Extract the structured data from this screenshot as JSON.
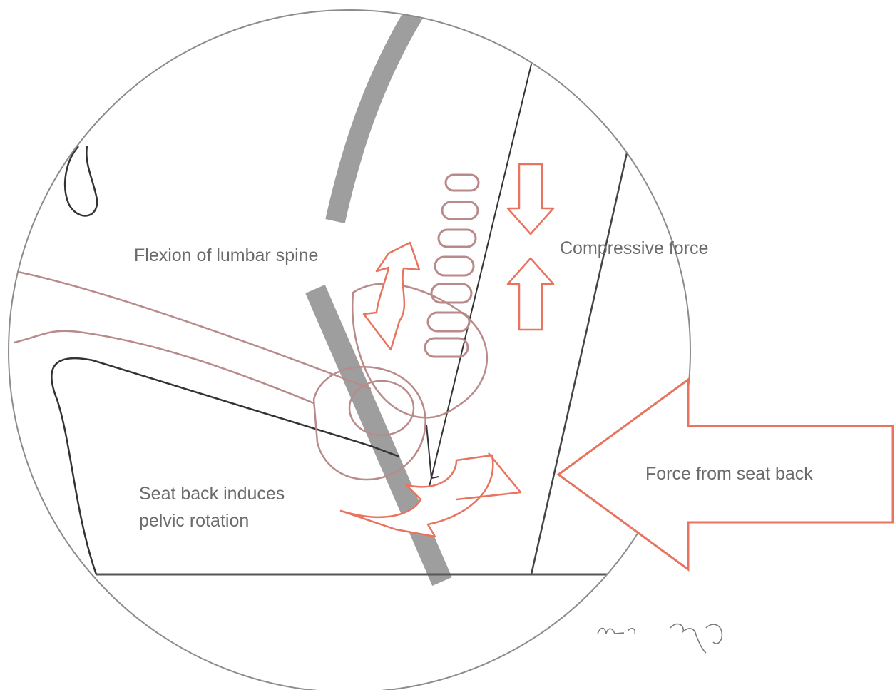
{
  "labels": {
    "flexion": "Flexion of lumbar spine",
    "compressive": "Compressive force",
    "seat_back_line1": "Seat back induces",
    "seat_back_line2": "pelvic rotation",
    "force_seat_back": "Force from seat back",
    "signature": "Allen C. Daly"
  },
  "colors": {
    "outline": "#8c8c8c",
    "dark_line": "#333333",
    "accent": "#e8735f",
    "body_brown": "#b98a8a",
    "belt_gray": "#9e9e9e",
    "label_text": "#6b6b6b"
  }
}
